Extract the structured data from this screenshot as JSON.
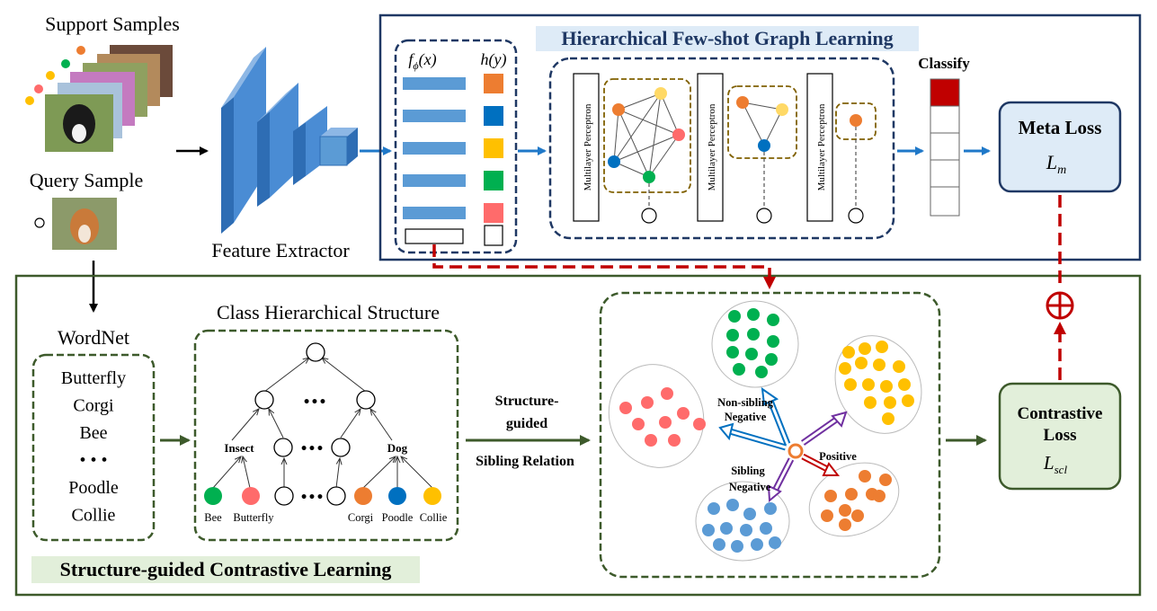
{
  "inputs": {
    "support_title": "Support Samples",
    "query_title": "Query Sample",
    "feature_extractor": "Feature Extractor"
  },
  "hfgl": {
    "title": "Hierarchical Few-shot Graph Learning",
    "f_label": "f",
    "f_sub": "ϕ",
    "f_arg": "(x)",
    "h_label": "h",
    "h_arg": "(y)",
    "mlp_label": "Multilayer Perceptron",
    "classify": "Classify",
    "meta_loss_title": "Meta Loss",
    "meta_loss_symbol": "L",
    "meta_loss_sub": "m",
    "class_colors": [
      "#ED7D31",
      "#0070C0",
      "#FFC000",
      "#00B050",
      "#FF6B6B"
    ],
    "bar_color": "#5B9BD5"
  },
  "scl": {
    "title": "Structure-guided Contrastive Learning",
    "wordnet_title": "WordNet",
    "wordnet_items": [
      "Butterfly",
      "Corgi",
      "Bee",
      "• • •",
      "Poodle",
      "Collie"
    ],
    "hierarchy_title": "Class Hierarchical Structure",
    "node_insect": "Insect",
    "node_dog": "Dog",
    "ellipsis": "•••",
    "leaves": [
      "Bee",
      "Butterfly",
      "Corgi",
      "Poodle",
      "Collie"
    ],
    "relation_line1": "Structure-",
    "relation_line2": "guided",
    "relation_line3": "Sibling Relation",
    "non_sibling_line1": "Non-sibling",
    "non_sibling_line2": "Negative",
    "sibling_line1": "Sibling",
    "sibling_line2": "Negative",
    "positive": "Positive",
    "contrastive_line1": "Contrastive",
    "contrastive_line2": "Loss",
    "contrastive_symbol": "L",
    "contrastive_sub": "scl",
    "plus_symbol": "⊕"
  }
}
